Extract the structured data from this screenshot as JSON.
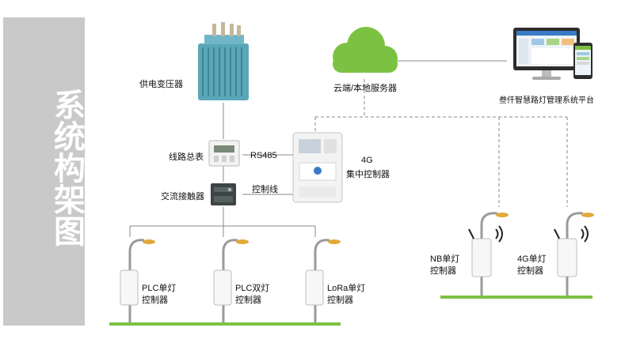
{
  "side_title": "系统构架图",
  "labels": {
    "transformer": "供电变压器",
    "cloud": "云端/本地服务器",
    "platform": "叁仟智慧路灯管理系统平台",
    "meter": "线路总表",
    "rs485": "RS485",
    "concentrator_line1": "4G",
    "concentrator_line2": "集中控制器",
    "contactor": "交流接触器",
    "control_line": "控制线",
    "nb_line1": "NB单灯",
    "nb_line2": "控制器",
    "g4_line1": "4G单灯",
    "g4_line2": "控制器",
    "plc_line1": "PLC单灯",
    "plc_line2": "控制器",
    "plc_dual_line1": "PLC双灯",
    "plc_dual_line2": "控制器",
    "lora_line1": "LoRa单灯",
    "lora_line2": "控制器"
  },
  "colors": {
    "side_panel": "#c9c9c9",
    "ground": "#7cc242",
    "cloud": "#7cc242",
    "transformer": "#5aa7b8",
    "dashed_line": "#8a8a8a"
  }
}
